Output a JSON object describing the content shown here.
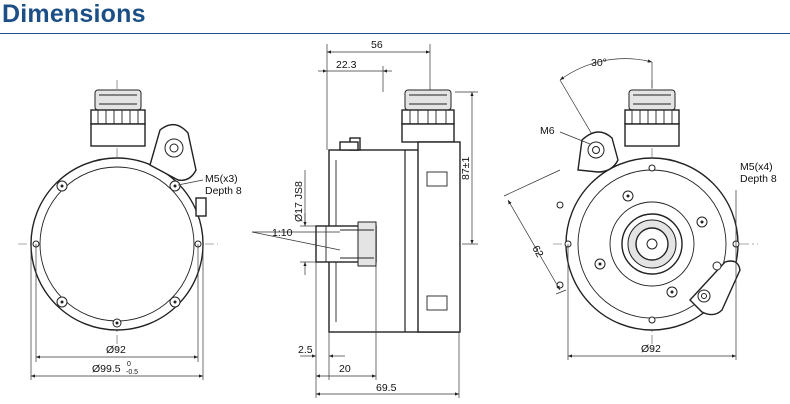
{
  "page": {
    "title": "Dimensions",
    "title_color": "#1b4f86"
  },
  "front_view": {
    "mount_callout": [
      "M5(x3)",
      "Depth 8"
    ],
    "dim_inner": "Ø92",
    "dim_outer": "Ø99.5",
    "dim_outer_tol_upper": "0",
    "dim_outer_tol_lower": "-0.5"
  },
  "side_view": {
    "dim_overall_top": "56",
    "dim_connector": "22.3",
    "dim_height": "87±1",
    "dim_shaft": "Ø17 JS8",
    "taper": "1:10",
    "dim_flange": "2.5",
    "dim_shaft_len": "20",
    "dim_overall_bottom": "69.5"
  },
  "rear_view": {
    "angle": "30°",
    "tether_thread": "M6",
    "mount_callout": [
      "M5(x4)",
      "Depth 8"
    ],
    "dim_radius": "62",
    "dim_diameter": "Ø92"
  }
}
